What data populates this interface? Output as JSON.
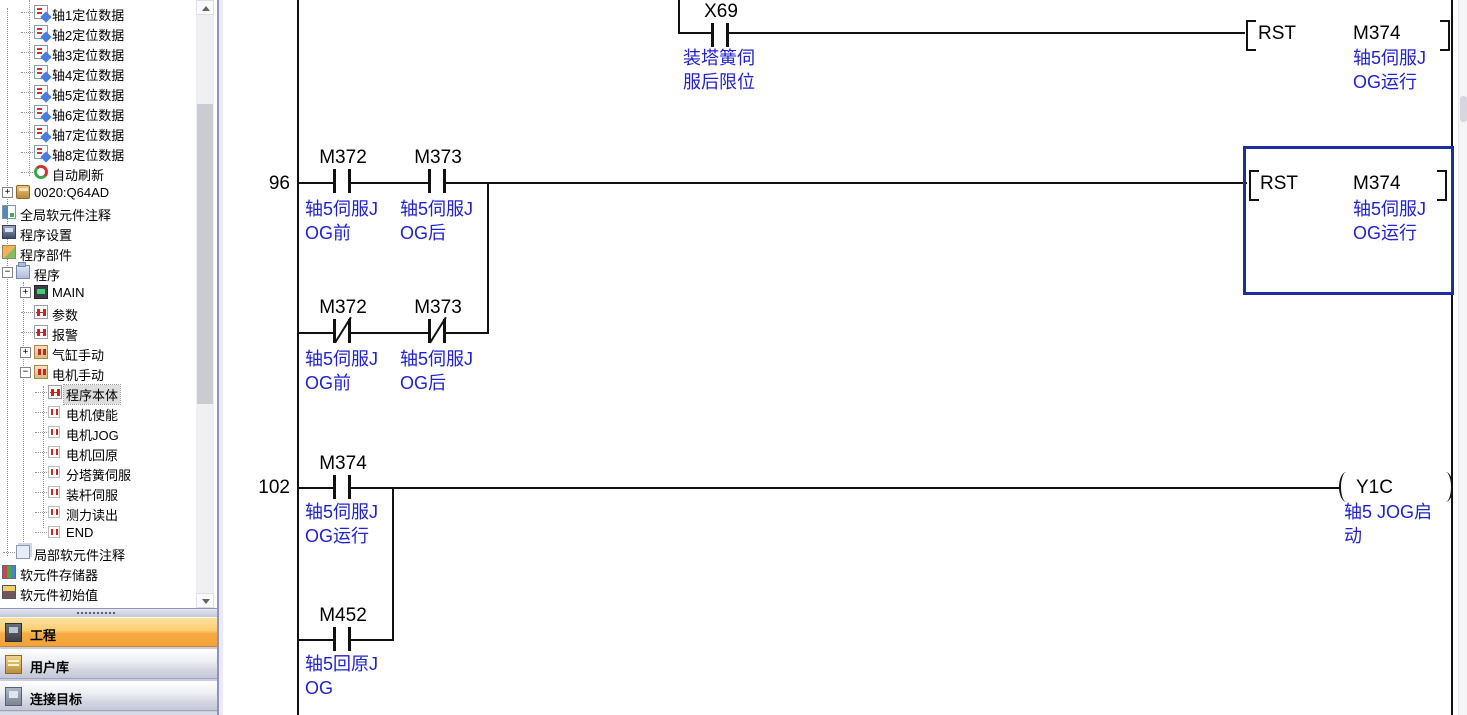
{
  "colors": {
    "comment_blue": "#2121CE",
    "selection_blue": "#1D2CA5",
    "active_tab_orange": "#F2A338",
    "panel_border": "#9193BF"
  },
  "sidebar": {
    "tree": [
      {
        "label": "轴1定位数据",
        "depth": 2,
        "icon": "positioning-data-icon",
        "expander": null,
        "selected": false
      },
      {
        "label": "轴2定位数据",
        "depth": 2,
        "icon": "positioning-data-icon",
        "expander": null,
        "selected": false
      },
      {
        "label": "轴3定位数据",
        "depth": 2,
        "icon": "positioning-data-icon",
        "expander": null,
        "selected": false
      },
      {
        "label": "轴4定位数据",
        "depth": 2,
        "icon": "positioning-data-icon",
        "expander": null,
        "selected": false
      },
      {
        "label": "轴5定位数据",
        "depth": 2,
        "icon": "positioning-data-icon",
        "expander": null,
        "selected": false
      },
      {
        "label": "轴6定位数据",
        "depth": 2,
        "icon": "positioning-data-icon",
        "expander": null,
        "selected": false
      },
      {
        "label": "轴7定位数据",
        "depth": 2,
        "icon": "positioning-data-icon",
        "expander": null,
        "selected": false
      },
      {
        "label": "轴8定位数据",
        "depth": 2,
        "icon": "positioning-data-icon",
        "expander": null,
        "selected": false
      },
      {
        "label": "自动刷新",
        "depth": 2,
        "icon": "auto-refresh-icon",
        "expander": null,
        "selected": false
      },
      {
        "label": "0020:Q64AD",
        "depth": 1,
        "icon": "module-icon",
        "expander": "plus",
        "selected": false
      },
      {
        "label": "全局软元件注释",
        "depth": 0,
        "icon": "global-comment-icon",
        "expander": null,
        "selected": false
      },
      {
        "label": "程序设置",
        "depth": 0,
        "icon": "program-setting-icon",
        "expander": null,
        "selected": false
      },
      {
        "label": "程序部件",
        "depth": 0,
        "icon": "pou-icon",
        "expander": null,
        "selected": false
      },
      {
        "label": "程序",
        "depth": 1,
        "icon": "program-folder-icon",
        "expander": "minus",
        "selected": false
      },
      {
        "label": "MAIN",
        "depth": 2,
        "icon": "main-program-icon",
        "expander": "plus",
        "selected": false
      },
      {
        "label": "参数",
        "depth": 2,
        "icon": "ladder-block-icon",
        "expander": null,
        "selected": false
      },
      {
        "label": "报警",
        "depth": 2,
        "icon": "ladder-block-icon",
        "expander": null,
        "selected": false
      },
      {
        "label": "气缸手动",
        "depth": 2,
        "icon": "program-file-icon",
        "expander": "plus",
        "selected": false
      },
      {
        "label": "电机手动",
        "depth": 2,
        "icon": "program-file-icon",
        "expander": "minus",
        "selected": false
      },
      {
        "label": "程序本体",
        "depth": 3,
        "icon": "ladder-block-icon",
        "expander": null,
        "selected": true
      },
      {
        "label": "电机使能",
        "depth": 3,
        "icon": "ladder-section-icon",
        "expander": null,
        "selected": false
      },
      {
        "label": "电机JOG",
        "depth": 3,
        "icon": "ladder-section-icon",
        "expander": null,
        "selected": false
      },
      {
        "label": "电机回原",
        "depth": 3,
        "icon": "ladder-section-icon",
        "expander": null,
        "selected": false
      },
      {
        "label": "分塔簧伺服",
        "depth": 3,
        "icon": "ladder-section-icon",
        "expander": null,
        "selected": false
      },
      {
        "label": "装杆伺服",
        "depth": 3,
        "icon": "ladder-section-icon",
        "expander": null,
        "selected": false
      },
      {
        "label": "测力读出",
        "depth": 3,
        "icon": "ladder-section-icon",
        "expander": null,
        "selected": false
      },
      {
        "label": "END",
        "depth": 3,
        "icon": "ladder-section-icon",
        "expander": null,
        "selected": false
      },
      {
        "label": "局部软元件注释",
        "depth": 1,
        "icon": "local-comment-icon",
        "expander": null,
        "selected": false
      },
      {
        "label": "软元件存储器",
        "depth": 0,
        "icon": "device-memory-icon",
        "expander": null,
        "selected": false
      },
      {
        "label": "软元件初始值",
        "depth": 0,
        "icon": "device-initial-icon",
        "expander": null,
        "selected": false
      }
    ],
    "buttons": [
      {
        "label": "工程",
        "icon": "project-icon",
        "active": true
      },
      {
        "label": "用户库",
        "icon": "user-library-icon",
        "active": false
      },
      {
        "label": "连接目标",
        "icon": "connection-icon",
        "active": false
      }
    ]
  },
  "ladder": {
    "rung_partial": {
      "contact": {
        "device": "X69",
        "comment": "装塔簧伺\n服后限位"
      },
      "output": {
        "instruction": "RST",
        "operand": "M374",
        "comment": "轴5伺服J\nOG运行"
      }
    },
    "rung_96": {
      "number": "96",
      "contacts_main": [
        {
          "device": "M372",
          "comment": "轴5伺服J\nOG前"
        },
        {
          "device": "M373",
          "comment": "轴5伺服J\nOG后"
        }
      ],
      "contacts_branch": [
        {
          "device": "M372",
          "comment": "轴5伺服J\nOG前"
        },
        {
          "device": "M373",
          "comment": "轴5伺服J\nOG后"
        }
      ],
      "output": {
        "instruction": "RST",
        "operand": "M374",
        "comment": "轴5伺服J\nOG运行",
        "selected": true
      }
    },
    "rung_102": {
      "number": "102",
      "contact_main": {
        "device": "M374",
        "comment": "轴5伺服J\nOG运行"
      },
      "contact_branch": {
        "device": "M452",
        "comment": "轴5回原J\nOG"
      },
      "coil": {
        "device": "Y1C",
        "comment": "轴5 JOG启\n动"
      }
    }
  }
}
